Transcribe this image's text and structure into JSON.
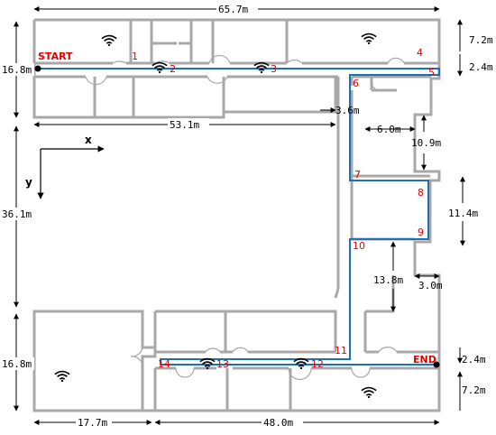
{
  "dimensions": {
    "top_width": "65.7m",
    "top_left_height": "16.8m",
    "top_right_room": "7.2m",
    "top_right_corridor": "2.4m",
    "top_mid_width": "53.1m",
    "notch_small": "3.6m",
    "right_notch_w": "6.0m",
    "right_notch_h": "10.9m",
    "left_vertical": "36.1m",
    "right_segment": "11.4m",
    "lower_notch_h": "13.8m",
    "lower_notch_w": "3.0m",
    "bottom_left_height": "16.8m",
    "bottom_right_corridor": "2.4m",
    "bottom_right_room": "7.2m",
    "bottom_left_width": "17.7m",
    "bottom_right_width": "48.0m"
  },
  "labels": {
    "start": "START",
    "end": "END",
    "x_axis": "x",
    "y_axis": "y"
  },
  "waypoints": [
    {
      "label": "1"
    },
    {
      "label": "2"
    },
    {
      "label": "3"
    },
    {
      "label": "4"
    },
    {
      "label": "5"
    },
    {
      "label": "6"
    },
    {
      "label": "7"
    },
    {
      "label": "8"
    },
    {
      "label": "9"
    },
    {
      "label": "10"
    },
    {
      "label": "11"
    },
    {
      "label": "12"
    },
    {
      "label": "13"
    },
    {
      "label": "14"
    }
  ],
  "access_points": [
    {
      "name": "wifi-ap"
    },
    {
      "name": "wifi-ap"
    },
    {
      "name": "wifi-ap"
    },
    {
      "name": "wifi-ap"
    },
    {
      "name": "wifi-ap"
    },
    {
      "name": "wifi-ap"
    },
    {
      "name": "wifi-ap"
    },
    {
      "name": "wifi-ap"
    }
  ],
  "colors": {
    "route": "#1f6fb5",
    "waypoint_label": "#e00000",
    "walls": "#a8a8a8"
  }
}
